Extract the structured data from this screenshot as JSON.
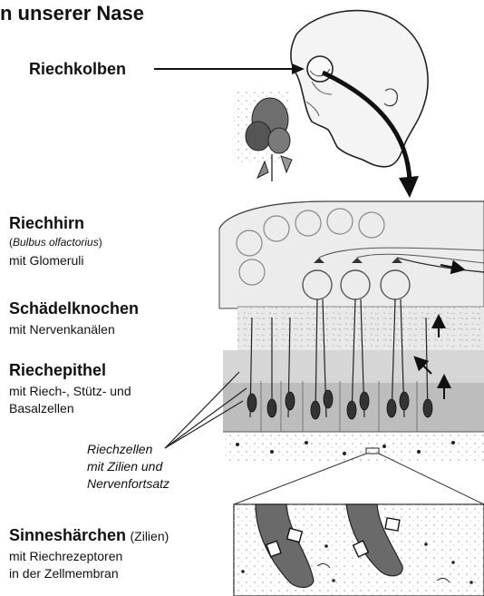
{
  "title": "n unserer Nase",
  "labels": {
    "riechkolben": "Riechkolben",
    "riechhirn": "Riechhirn",
    "bulbus_paren_open": "(",
    "bulbus": "Bulbus olfactorius",
    "bulbus_paren_close": ")",
    "glomeruli": "mit Glomeruli",
    "schaedel": "Schädelknochen",
    "nervenkanaele": "mit Nervenkanälen",
    "riechepithel": "Riechepithel",
    "epithel_l1": "mit Riech-, Stütz- und",
    "epithel_l2": "Basalzellen",
    "riechzellen_l1": "Riechzellen",
    "riechzellen_l2": "mit Zilien und",
    "riechzellen_l3": "Nervenfortsatz",
    "sinnes": "Sinneshärchen",
    "zilien": "(Zilien)",
    "rezeptoren_l1": "mit Riechrezeptoren",
    "rezeptoren_l2": "in der Zellmembran"
  }
}
